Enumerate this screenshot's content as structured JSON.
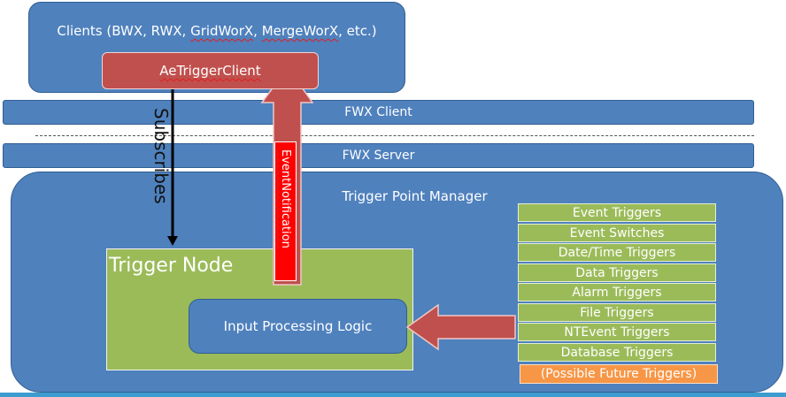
{
  "clients": {
    "title_prefix": "Clients (BWX, RWX, ",
    "title_grid": "GridWorX",
    "title_sep": ", ",
    "title_merge": "MergeWorX",
    "title_suffix": ", etc.)",
    "ae_trigger_client": "AeTriggerClient"
  },
  "fwx_client": "FWX Client",
  "fwx_server": "FWX Server",
  "trigger_point_manager": "Trigger Point Manager",
  "trigger_node": {
    "title": "Trigger Node",
    "input_processing_logic": "Input Processing Logic"
  },
  "arrows": {
    "subscribes": "Subscribes",
    "event_notification": "EventNotification"
  },
  "triggers": [
    "Event Triggers",
    "Event Switches",
    "Date/Time Triggers",
    "Data Triggers",
    "Alarm Triggers",
    "File Triggers",
    "NTEvent Triggers",
    "Database Triggers"
  ],
  "future_triggers": "(Possible Future Triggers)",
  "colors": {
    "blue": "#4f81bd",
    "green": "#9bbb59",
    "red": "#c0504d",
    "orange": "#f79646",
    "event_box": "#ff0000"
  }
}
